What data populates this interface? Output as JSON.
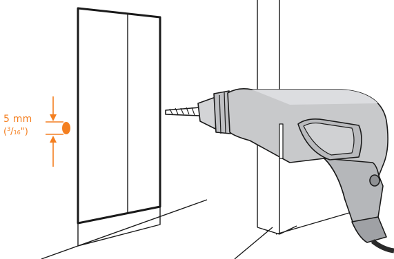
{
  "dimension": {
    "metric": "5 mm",
    "imperial_open": "(",
    "imperial_numerator": "3",
    "imperial_slash": "/",
    "imperial_denominator": "16",
    "imperial_close": "\")"
  },
  "colors": {
    "accent": "#f47f20",
    "line": "#1a1a1a",
    "drill_body": "#c8c9cb",
    "drill_shadow": "#a3a5a8",
    "drill_highlight": "#e1e2e3",
    "handle": "#b9babd",
    "cord": "#2a2a2a"
  },
  "icons": {
    "drill": "power-drill-icon",
    "drill_bit": "drill-bit-icon",
    "hole_marker": "hole-marker-icon",
    "arrow_down": "arrow-down-icon",
    "arrow_up": "arrow-up-icon"
  }
}
